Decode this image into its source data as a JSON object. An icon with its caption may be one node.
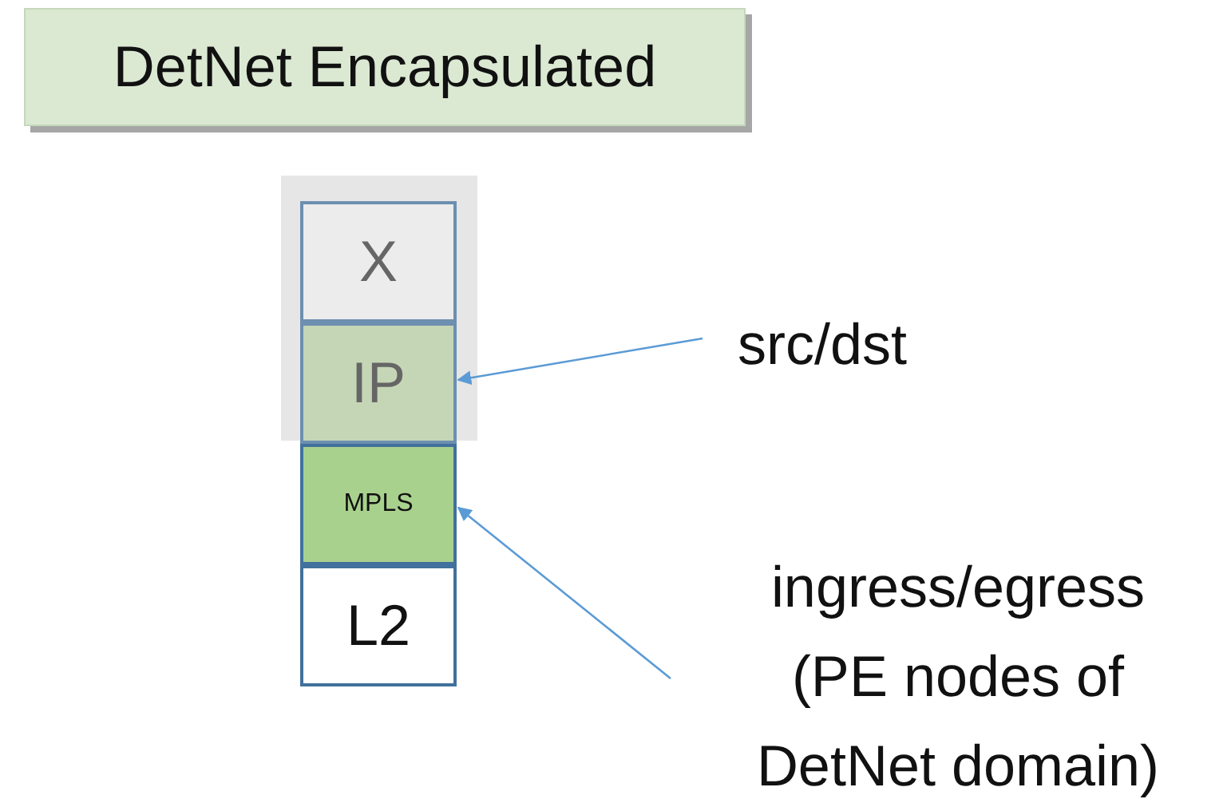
{
  "diagram": {
    "nodes": [
      {
        "text": [
          "DetNet Encapsulated"
        ]
      },
      {
        "text": [],
        "shape": "box"
      },
      {
        "text": [
          "X"
        ],
        "in": 1
      },
      {
        "text": [
          "IP"
        ],
        "in": 1
      },
      {
        "text": [
          "MPLS"
        ]
      },
      {
        "text": [
          "L2"
        ]
      },
      {
        "text": [
          "src/dst"
        ]
      },
      {
        "text": [
          "ingress/egress (PE nodes of DetNet domain)"
        ]
      }
    ],
    "edges": [
      {
        "from": 6,
        "to": 3,
        "arrow": "to",
        "color": "#5b9bd5"
      },
      {
        "from": 7,
        "to": 4,
        "arrow": "to",
        "color": "#5b9bd5"
      }
    ]
  }
}
